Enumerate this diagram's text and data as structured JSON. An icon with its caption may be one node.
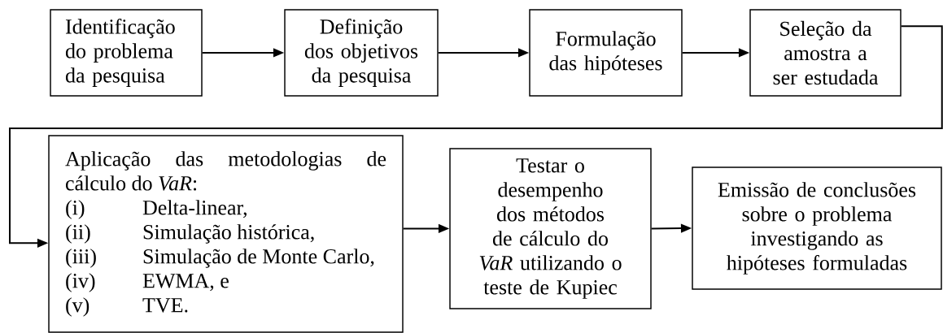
{
  "diagram": {
    "nodes": [
      {
        "text": [
          "Identificação do problema da pesquisa"
        ]
      },
      {
        "text": [
          "Definição dos objetivos da pesquisa"
        ]
      },
      {
        "text": [
          "Formulação das hipóteses"
        ]
      },
      {
        "text": [
          "Seleção da amostra a ser estudada"
        ]
      },
      {
        "text": [
          "Aplicação das metodologias de cálculo do *VaR*:",
          "(i)",
          "Delta-linear,",
          "(ii)",
          "Simulação histórica,",
          "(iii)",
          "Simulação de Monte Carlo,",
          "(iv)",
          "EWMA, e",
          "(v)",
          "TVE."
        ]
      },
      {
        "text": [
          "Testar o desempenho dos métodos de cálculo do *VaR* utilizando o teste de Kupiec"
        ]
      },
      {
        "text": [
          "Emissão de conclusões sobre o problema investigando as hipóteses formuladas"
        ]
      }
    ],
    "edges": [
      {
        "from": 0,
        "to": 1,
        "arrow": "to"
      },
      {
        "from": 1,
        "to": 2,
        "arrow": "to"
      },
      {
        "from": 2,
        "to": 3,
        "arrow": "to"
      },
      {
        "from": 3,
        "to": 4,
        "arrow": "to"
      },
      {
        "from": 4,
        "to": 5,
        "arrow": "to"
      },
      {
        "from": 5,
        "to": 6,
        "arrow": "to"
      }
    ]
  }
}
